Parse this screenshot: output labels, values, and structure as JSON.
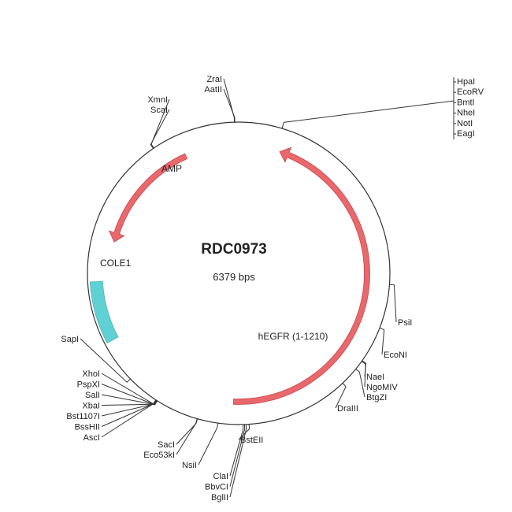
{
  "plasmid": {
    "name": "RDC0973",
    "size_label": "6379 bps",
    "length_bp": 6379,
    "backbone_color": "#333333"
  },
  "features": [
    {
      "name": "AMP",
      "start": 5035,
      "end": 5950,
      "direction": "reverse",
      "color": "#e9686c"
    },
    {
      "name": "hEGFR (1-1210)",
      "start": 330,
      "end": 3230,
      "direction": "reverse",
      "color": "#e9686c"
    },
    {
      "name": "COLE1",
      "start": 4290,
      "end": 4725,
      "direction": "none",
      "color": "#5fd0d3"
    }
  ],
  "sites": [
    {
      "name": "ZraI",
      "pos": 6350
    },
    {
      "name": "AatII",
      "pos": 6353
    },
    {
      "name": "XmnI",
      "pos": 5775
    },
    {
      "name": "ScaI",
      "pos": 5770
    },
    {
      "name": "HpaI",
      "pos": 295
    },
    {
      "name": "EcoRV",
      "pos": 298
    },
    {
      "name": "BmtI",
      "pos": 301
    },
    {
      "name": "NheI",
      "pos": 303
    },
    {
      "name": "NotI",
      "pos": 307
    },
    {
      "name": "EagI",
      "pos": 309
    },
    {
      "name": "PsiI",
      "pos": 1670
    },
    {
      "name": "EcoNI",
      "pos": 1970
    },
    {
      "name": "NaeI",
      "pos": 2220
    },
    {
      "name": "NgoMIV",
      "pos": 2225
    },
    {
      "name": "BtgZI",
      "pos": 2290
    },
    {
      "name": "DraIII",
      "pos": 2420
    },
    {
      "name": "BstEII",
      "pos": 3120
    },
    {
      "name": "BglII",
      "pos": 3140
    },
    {
      "name": "BbvCI",
      "pos": 3150
    },
    {
      "name": "ClaI",
      "pos": 3160
    },
    {
      "name": "NsiI",
      "pos": 3330
    },
    {
      "name": "SacI",
      "pos": 3470
    },
    {
      "name": "Eco53kI",
      "pos": 3472
    },
    {
      "name": "SapI",
      "pos": 4000
    },
    {
      "name": "XhoI",
      "pos": 3766
    },
    {
      "name": "PspXI",
      "pos": 3768
    },
    {
      "name": "SalI",
      "pos": 3770
    },
    {
      "name": "XbaI",
      "pos": 3772
    },
    {
      "name": "Bst1107I",
      "pos": 3774
    },
    {
      "name": "BssHII",
      "pos": 3776
    },
    {
      "name": "AscI",
      "pos": 3778
    }
  ]
}
